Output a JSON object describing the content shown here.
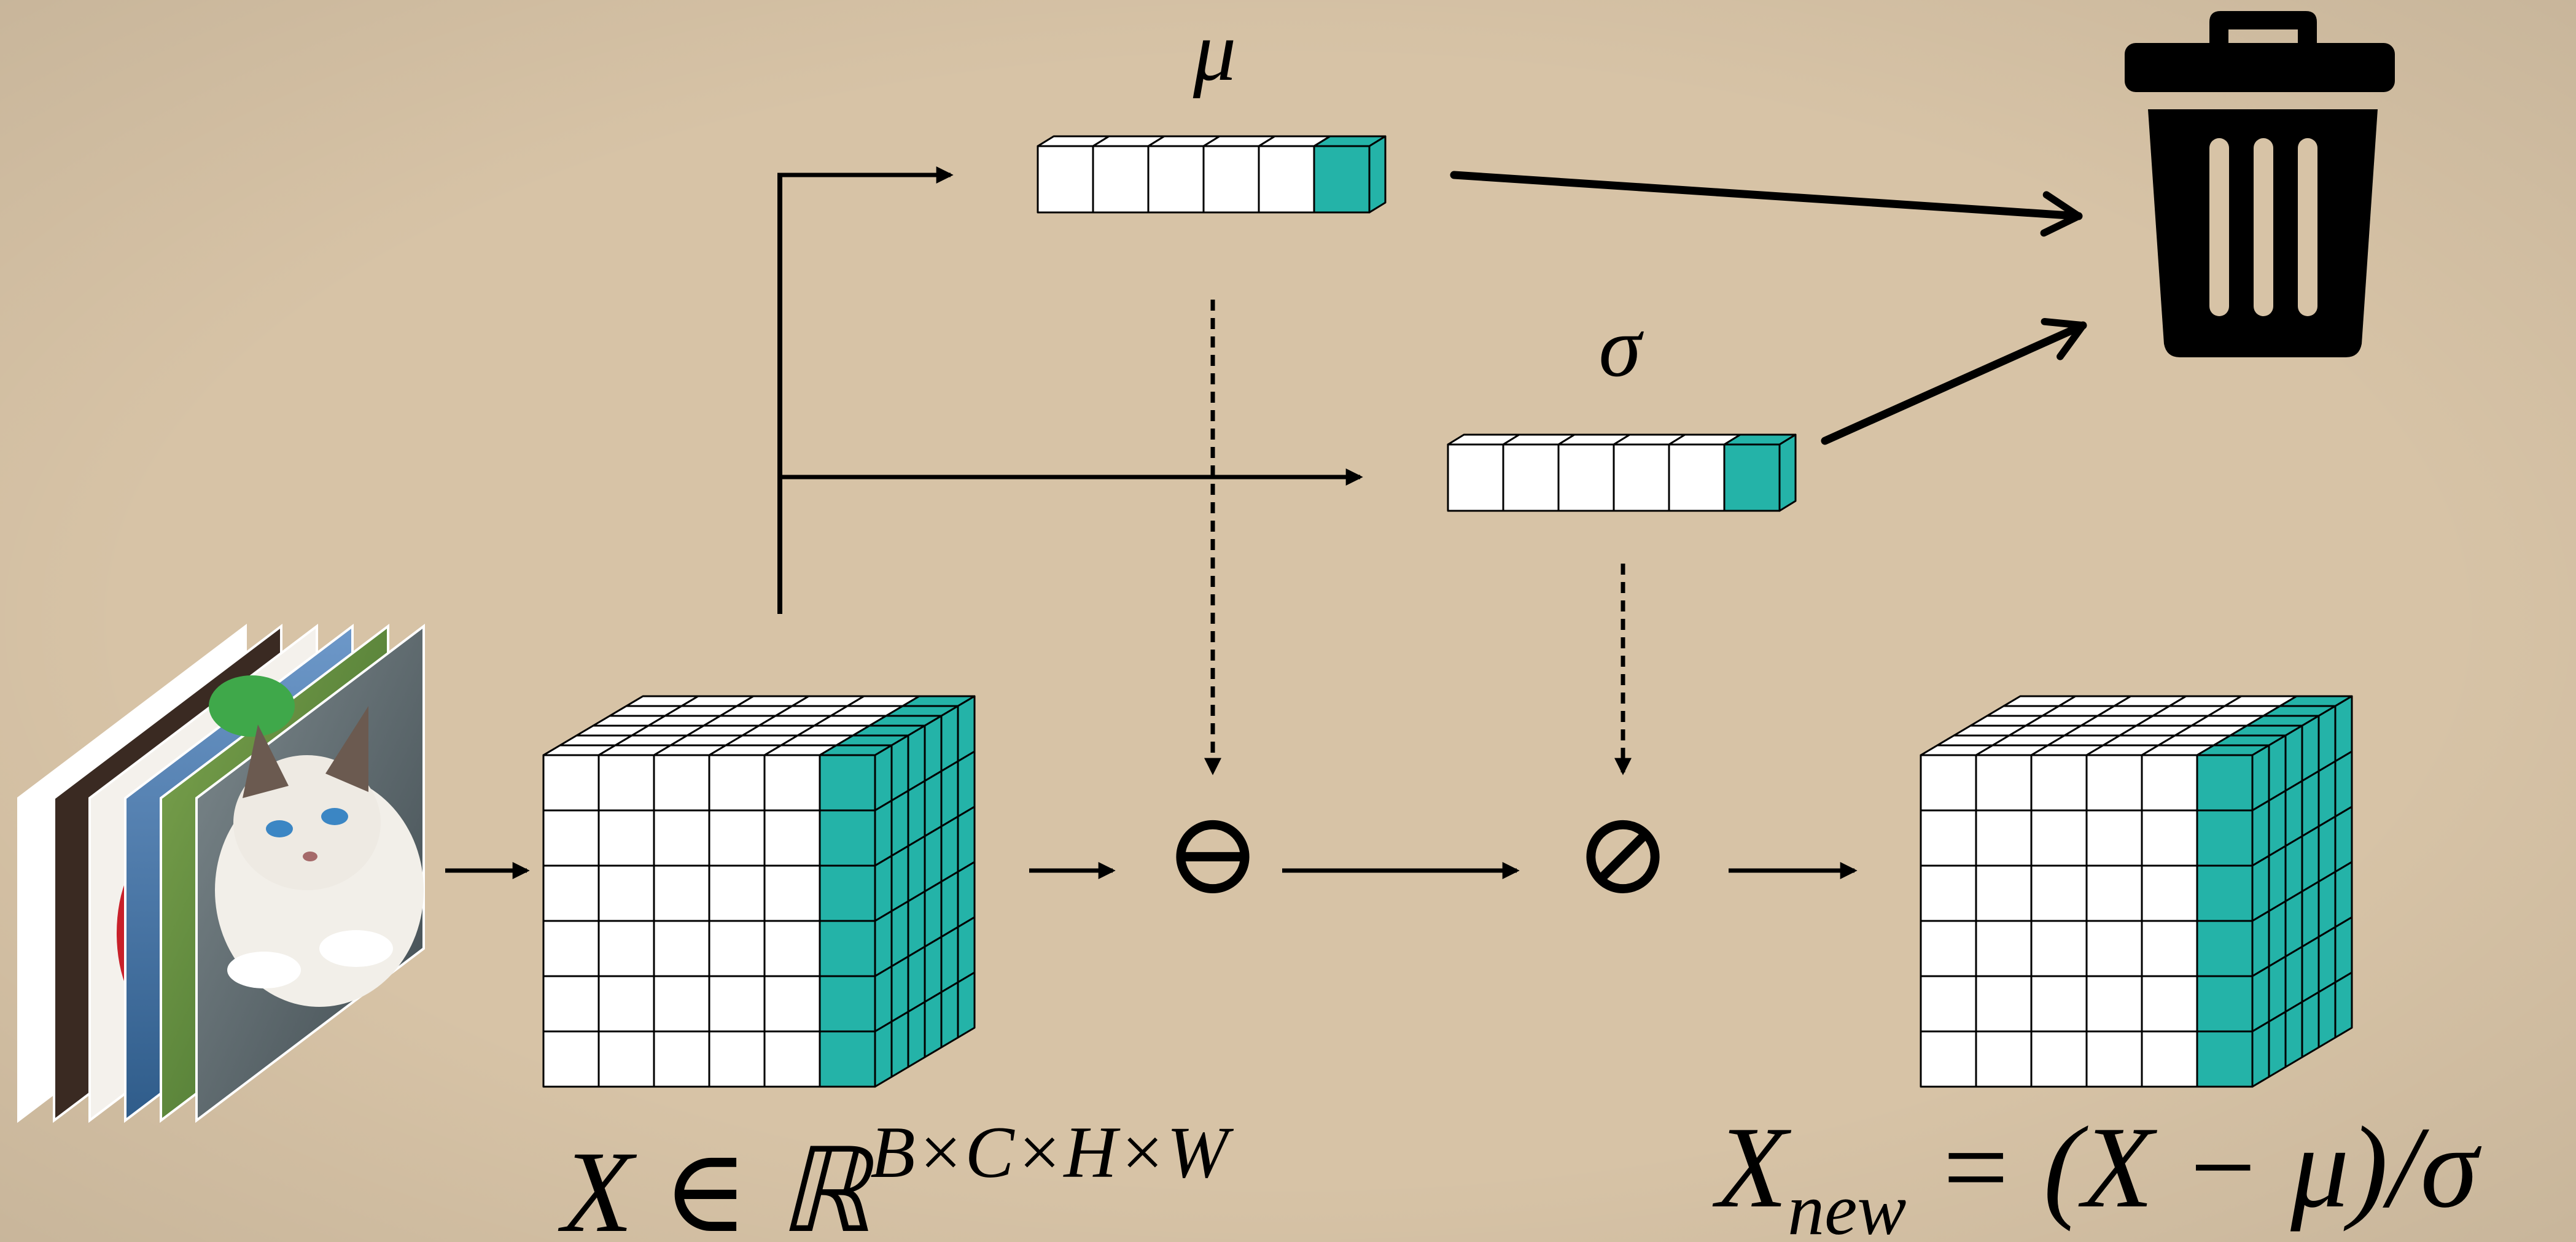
{
  "colors": {
    "background": "#d7c3a6",
    "accent": "#24b3a8",
    "cell": "#ffffff",
    "stroke": "#000000"
  },
  "labels": {
    "mu": "μ",
    "sigma": "σ",
    "input_symbol": "X ∈ ℝ",
    "input_shape": "B×C×H×W",
    "output_lhs": "X",
    "output_sub": "new",
    "output_rhs": " = (X − μ)/σ"
  },
  "operators": {
    "subtract": "⊖",
    "divide": "⊘"
  },
  "icons": {
    "discard": "trash-can-icon",
    "input_images": "photo-stack-icon"
  },
  "cube": {
    "front_cols": 6,
    "front_rows": 6,
    "depth": 6,
    "highlighted_columns": 1
  },
  "stat_vector": {
    "cells": 6,
    "highlighted_cells": 1
  }
}
